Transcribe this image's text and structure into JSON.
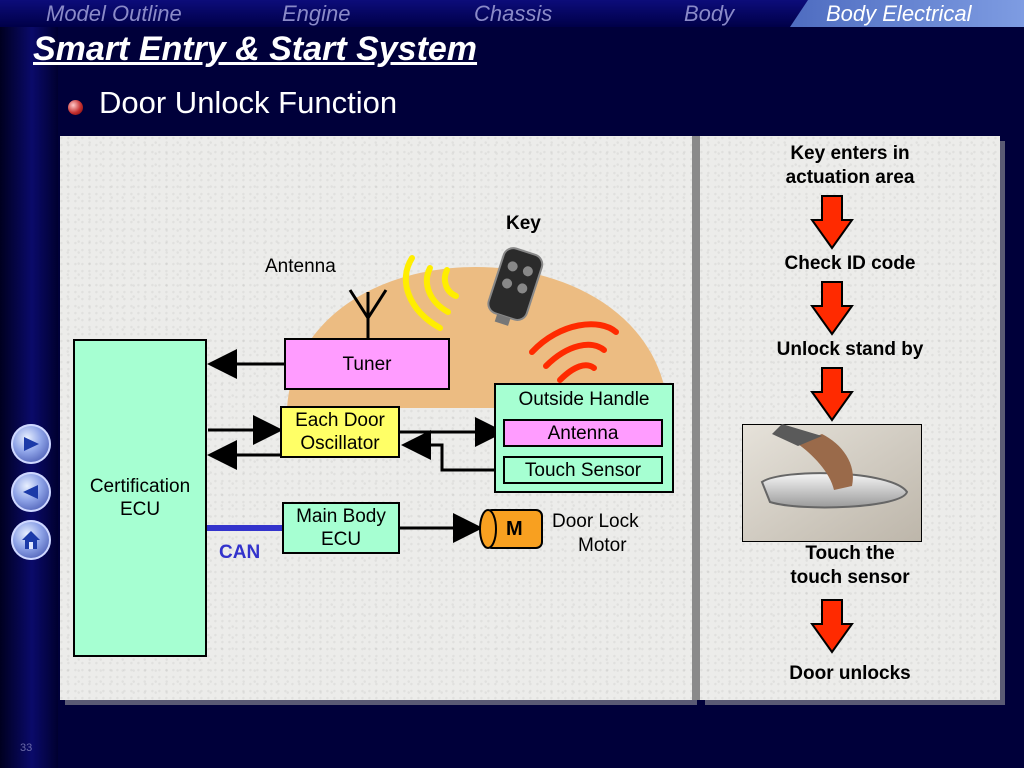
{
  "nav_tabs": [
    "Model Outline",
    "Engine",
    "Chassis",
    "Body",
    "Body Electrical"
  ],
  "active_tab": "Body Electrical",
  "title": "Smart Entry & Start System",
  "subtitle": "Door Unlock Function",
  "diagram": {
    "key_label": "Key",
    "antenna_label": "Antenna",
    "tuner": "Tuner",
    "oscillator_line1": "Each Door",
    "oscillator_line2": "Oscillator",
    "outside_handle": "Outside Handle",
    "handle_antenna": "Antenna",
    "touch_sensor": "Touch Sensor",
    "cert_ecu_line1": "Certification",
    "cert_ecu_line2": "ECU",
    "main_body_line1": "Main Body",
    "main_body_line2": "ECU",
    "can_label": "CAN",
    "motor_symbol": "M",
    "door_lock_line1": "Door Lock",
    "door_lock_line2": "Motor"
  },
  "flow_steps": [
    {
      "line1": "Key enters in",
      "line2": "actuation area"
    },
    {
      "line1": "Check ID code",
      "line2": ""
    },
    {
      "line1": "Unlock stand by",
      "line2": ""
    },
    {
      "line1": "Touch the",
      "line2": "touch sensor"
    },
    {
      "line1": "Door unlocks",
      "line2": ""
    }
  ],
  "nav_buttons": {
    "next": "next-icon",
    "prev": "previous-icon",
    "home": "home-icon"
  },
  "slide_number": "33",
  "colors": {
    "ecu_fill": "#a6ffd2",
    "tuner_fill": "#ff9cff",
    "oscillator_fill": "#ffff66",
    "range_fill": "#ecbc82",
    "can_line": "#3333cc",
    "arrow_fill": "#ff2a00"
  }
}
